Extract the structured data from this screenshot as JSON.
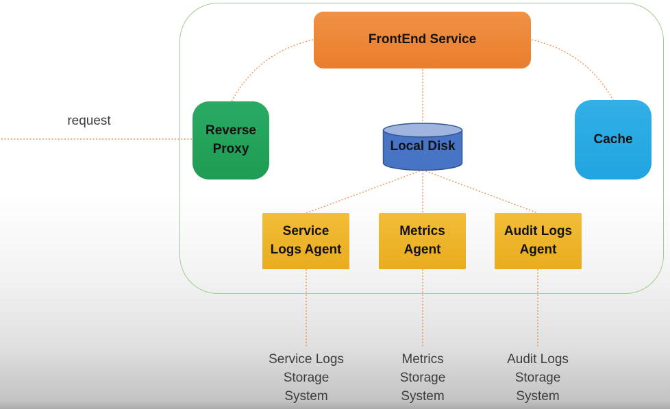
{
  "diagram": {
    "request_label": "request",
    "connector_color": "#ED7D31",
    "container": {
      "border_color": "#A4CB8D"
    },
    "nodes": {
      "frontend": {
        "label": "FrontEnd Service",
        "color": "#EE8534",
        "shape": "rounded-rect"
      },
      "reverse_proxy": {
        "label": "Reverse\nProxy",
        "color": "#23A45C",
        "shape": "rounded-rect"
      },
      "cache": {
        "label": "Cache",
        "color": "#29ABE2",
        "shape": "rounded-rect"
      },
      "local_disk": {
        "label": "Local Disk",
        "color": "#4874C6",
        "top_color": "#9FB5DF",
        "edge_color": "#31538F",
        "shape": "cylinder"
      },
      "service_logs_agent": {
        "label": "Service\nLogs Agent",
        "color": "#EFB52E",
        "shape": "rect"
      },
      "metrics_agent": {
        "label": "Metrics\nAgent",
        "color": "#EFB52E",
        "shape": "rect"
      },
      "audit_logs_agent": {
        "label": "Audit Logs\nAgent",
        "color": "#EFB52E",
        "shape": "rect"
      }
    },
    "storage_systems": [
      "Service Logs\nStorage\nSystem",
      "Metrics\nStorage\nSystem",
      "Audit Logs\nStorage\nSystem"
    ]
  }
}
